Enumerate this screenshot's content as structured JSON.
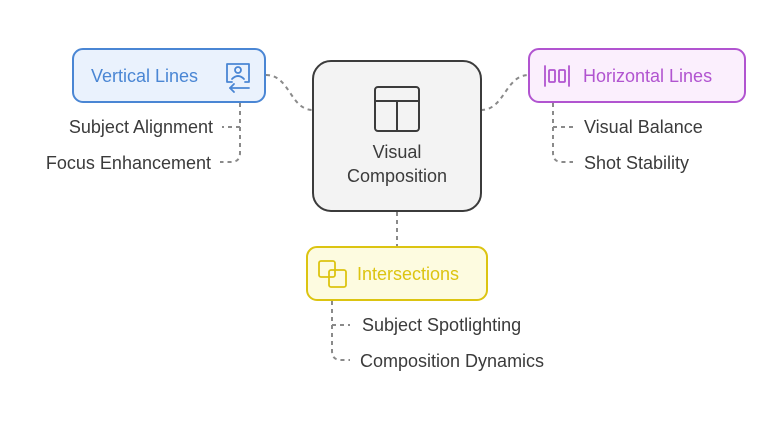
{
  "center": {
    "line1": "Visual",
    "line2": "Composition",
    "icon": "layout-icon"
  },
  "branches": {
    "vertical": {
      "label": "Vertical Lines",
      "icon": "portrait-user-icon",
      "color": "#4a86d4",
      "fill": "#eaf2fd",
      "items": [
        "Subject Alignment",
        "Focus Enhancement"
      ]
    },
    "horizontal": {
      "label": "Horizontal Lines",
      "icon": "align-center-icon",
      "color": "#b154d0",
      "fill": "#fbeffd",
      "items": [
        "Visual Balance",
        "Shot Stability"
      ]
    },
    "intersections": {
      "label": "Intersections",
      "icon": "overlap-squares-icon",
      "color": "#dcc411",
      "fill": "#fdfbe0",
      "items": [
        "Subject Spotlighting",
        "Composition Dynamics"
      ]
    }
  }
}
